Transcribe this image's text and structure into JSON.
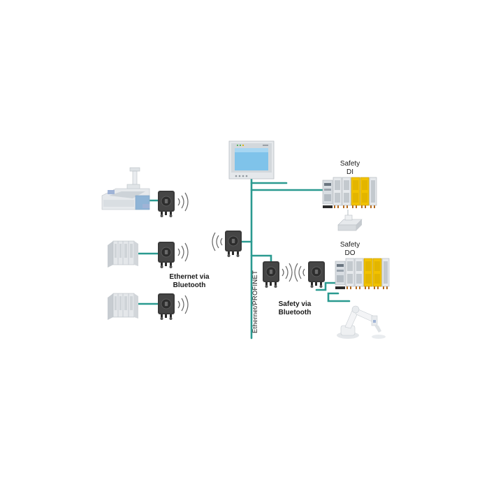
{
  "labels": {
    "safety_di_line1": "Safety",
    "safety_di_line2": "DI",
    "safety_do_line1": "Safety",
    "safety_do_line2": "DO",
    "ethernet_bt_line1": "Ethernet via",
    "ethernet_bt_line2": "Bluetooth",
    "safety_bt_line1": "Safety via",
    "safety_bt_line2": "Bluetooth",
    "network": "Ethernet/PROFINET"
  },
  "colors": {
    "network_line": "#2a9a90",
    "module_body": "#3b3b3b",
    "safety_yellow": "#f2c200",
    "panel_screen": "#7fc3ea"
  },
  "icons": [
    "bluetooth-module-icon",
    "wireless-waves-icon",
    "touch-panel-icon",
    "io-station-icon",
    "machine-icon",
    "controller-cabinet-icon",
    "robot-arm-icon",
    "safety-sensor-icon"
  ]
}
